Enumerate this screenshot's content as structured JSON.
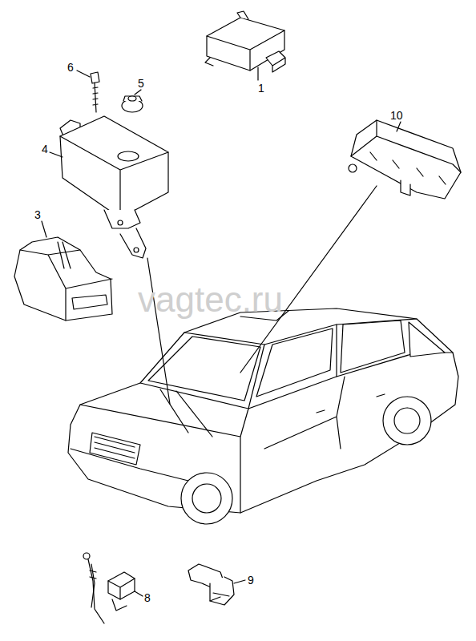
{
  "diagram": {
    "labels": [
      "6",
      "5",
      "1",
      "4",
      "10",
      "3",
      "vagtec.ru",
      "8",
      "9"
    ]
  }
}
